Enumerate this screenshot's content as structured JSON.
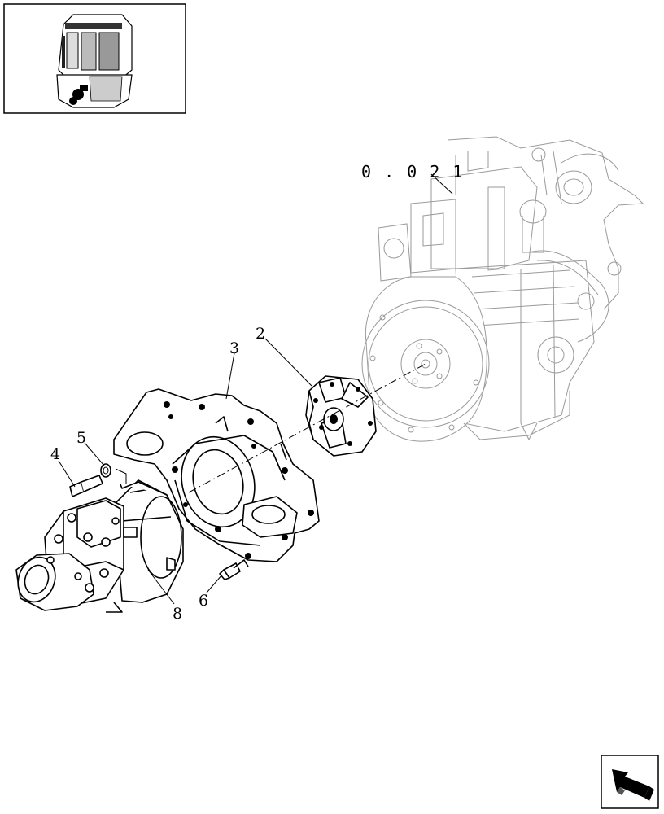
{
  "reference_label": "0 . 0 2 1",
  "callouts": {
    "c2": "2",
    "c3": "3",
    "c4": "4",
    "c5": "5",
    "c6": "6",
    "c8": "8"
  },
  "icons": {
    "thumbnail": "machine-overview-thumbnail",
    "nav_arrow": "return-arrow-icon"
  }
}
